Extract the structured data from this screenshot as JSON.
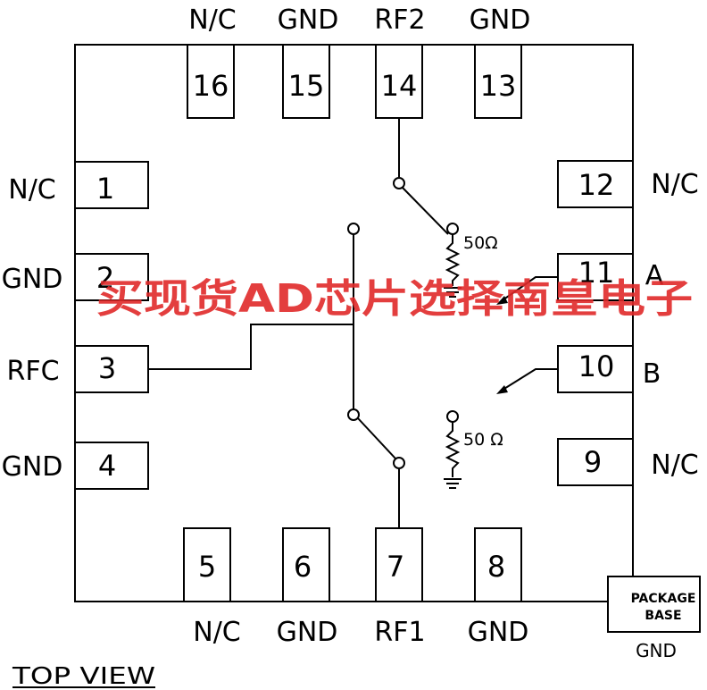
{
  "pins_top": [
    {
      "number": "16",
      "name": "N/C"
    },
    {
      "number": "15",
      "name": "GND"
    },
    {
      "number": "14",
      "name": "RF2"
    },
    {
      "number": "13",
      "name": "GND"
    }
  ],
  "pins_left": [
    {
      "number": "1",
      "name": "N/C"
    },
    {
      "number": "2",
      "name": "GND"
    },
    {
      "number": "3",
      "name": "RFC"
    },
    {
      "number": "4",
      "name": "GND"
    }
  ],
  "pins_bottom": [
    {
      "number": "5",
      "name": "N/C"
    },
    {
      "number": "6",
      "name": "GND"
    },
    {
      "number": "7",
      "name": "RF1"
    },
    {
      "number": "8",
      "name": "GND"
    }
  ],
  "pins_right": [
    {
      "number": "12",
      "name": "N/C"
    },
    {
      "number": "11",
      "name": "A"
    },
    {
      "number": "10",
      "name": "B"
    },
    {
      "number": "9",
      "name": "N/C"
    }
  ],
  "resistor_upper": "50Ω",
  "resistor_lower": "50 Ω",
  "package_base": {
    "line1": "PACKAGE",
    "line2": "BASE",
    "label": "GND"
  },
  "view_label": "TOP VIEW",
  "watermark": "买现货AD芯片选择南皇电子"
}
